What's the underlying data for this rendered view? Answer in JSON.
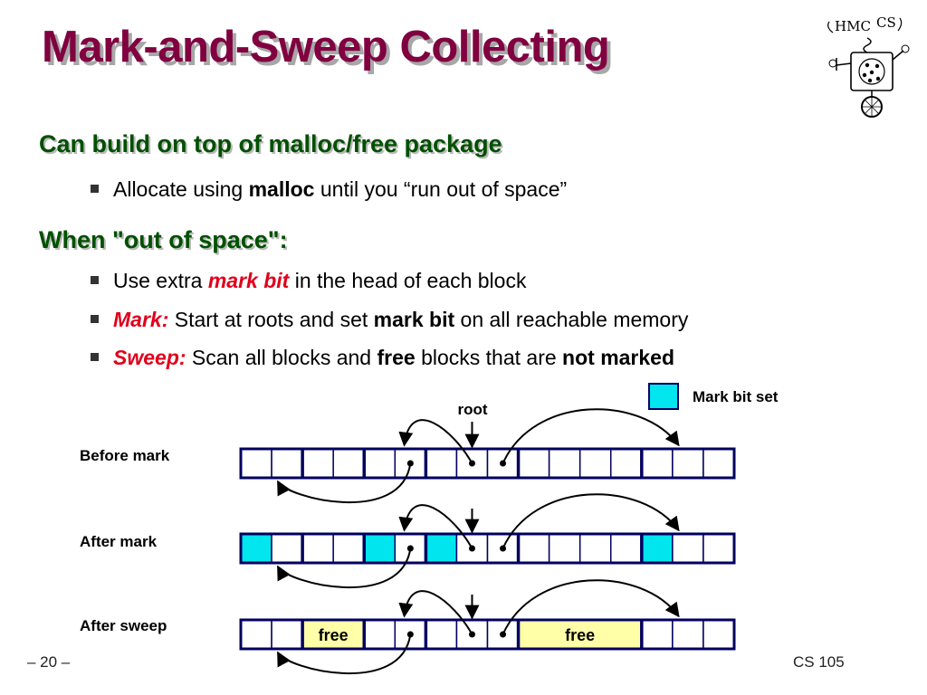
{
  "title": "Mark-and-Sweep Collecting",
  "section1": {
    "heading": "Can build on top of malloc/free package",
    "bullet": {
      "pre": "Allocate using ",
      "bold": "malloc",
      "post": " until you “run out of space”"
    }
  },
  "section2": {
    "heading": "When \"out of space\":",
    "bullet1": {
      "pre": "Use extra ",
      "red": "mark bit",
      "post": " in the head of each block"
    },
    "bullet2": {
      "red": "Mark:",
      "pre": " Start at roots and set ",
      "bold": "mark bit",
      "post": " on all reachable memory"
    },
    "bullet3": {
      "red": "Sweep:",
      "pre": " Scan all blocks and ",
      "bold1": "free",
      "mid": " blocks that are ",
      "bold2": "not marked"
    }
  },
  "diagram": {
    "legend": "Mark bit set",
    "root_label": "root",
    "rows": [
      {
        "label": "Before mark",
        "marked_cells": [],
        "free_blocks": []
      },
      {
        "label": "After mark",
        "marked_cells": [
          0,
          4,
          6,
          13
        ],
        "free_blocks": []
      },
      {
        "label": "After sweep",
        "marked_cells": [],
        "free_blocks": [
          {
            "label": "free",
            "from": 2,
            "to": 3
          },
          {
            "label": "free",
            "from": 9,
            "to": 12
          }
        ]
      }
    ],
    "cell_count": 16,
    "block_boundaries": [
      2,
      4,
      6,
      9,
      13
    ],
    "colors": {
      "mark": "#00e5ee",
      "free": "#ffffa8",
      "border": "#000060"
    }
  },
  "logo_text": [
    "HMC",
    "CS"
  ],
  "footer": {
    "page": "– 20 –",
    "course": "CS 105"
  }
}
